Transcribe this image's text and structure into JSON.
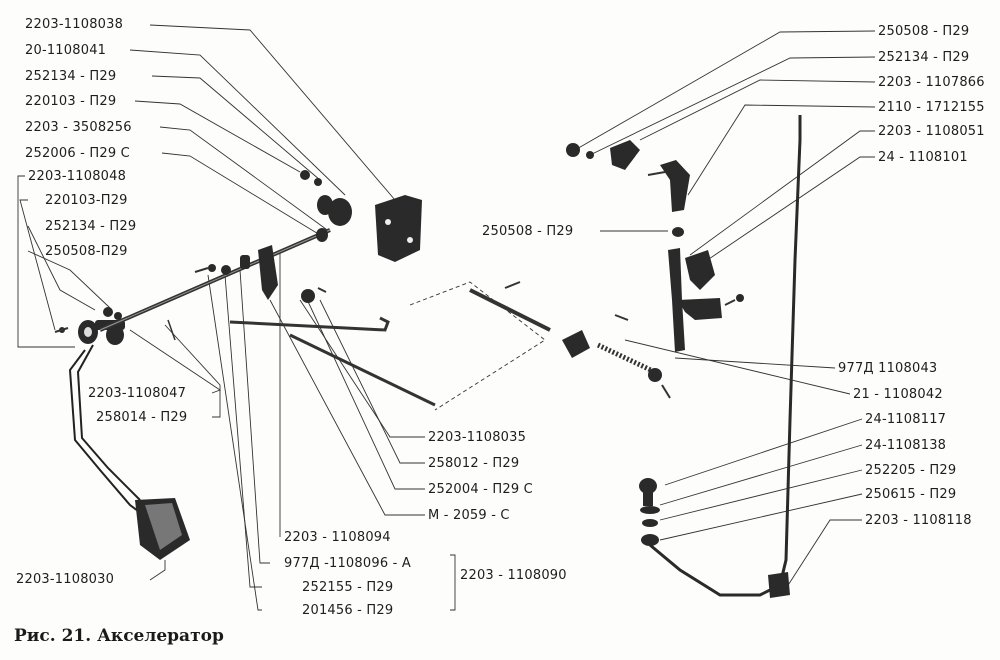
{
  "caption": "Рис. 21. Акселератор",
  "labels_left": [
    "2203-1108038",
    "20-1108041",
    "252134 - П29",
    "220103 - П29",
    "2203 - 3508256",
    "252006 - П29 С",
    "2203-1108048",
    "220103-П29",
    "252134 - П29",
    "250508-П29",
    "2203-1108047",
    "258014 - П29",
    "2203-1108030"
  ],
  "labels_bottom": [
    "2203-1108035",
    "258012 - П29",
    "252004 - П29 С",
    "М - 2059 - С",
    "2203 - 1108094",
    "977Д -1108096 - А",
    "252155 - П29",
    "201456 - П29"
  ],
  "group_label": "2203 - 1108090",
  "labels_right": [
    "250508 - П29",
    "252134 - П29",
    "2203 - 1107866",
    "2110 - 1712155",
    "2203 - 1108051",
    "24 - 1108101",
    "250508 - П29",
    "977Д  1108043",
    "21 - 1108042",
    "24-1108117",
    "24-1108138",
    "252205 - П29",
    "250615 - П29",
    "2203 - 1108118"
  ]
}
